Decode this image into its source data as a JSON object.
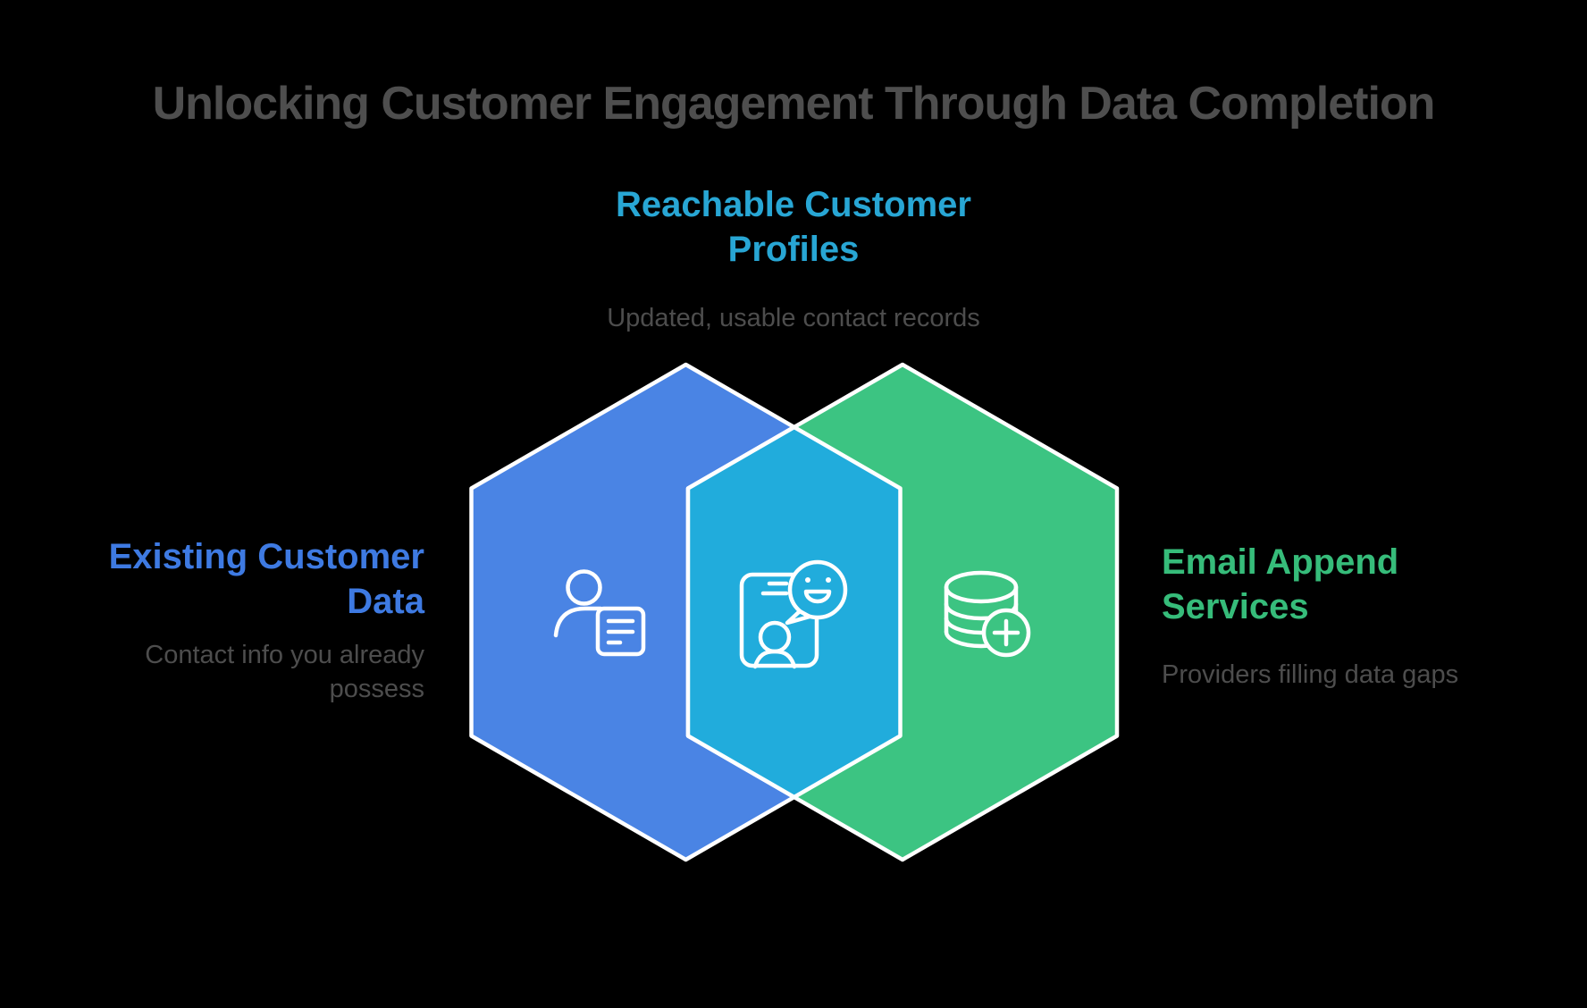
{
  "background_color": "#000000",
  "title": {
    "text": "Unlocking Customer Engagement Through Data Completion",
    "color": "#4e4e4e"
  },
  "venn": {
    "type": "venn-2-set-hexagons",
    "stroke_color": "#ffffff",
    "description_color": "#4d4d4d",
    "top_result": {
      "label": "Reachable Customer Profiles",
      "description": "Updated, usable contact records",
      "label_color": "#28a6d4"
    },
    "left_set": {
      "label": "Existing Customer Data",
      "description": "Contact info you already possess",
      "label_color": "#3e7ae2",
      "fill": "#4a84e4",
      "icon": "person-document-icon"
    },
    "right_set": {
      "label": "Email Append Services",
      "description": "Providers filling data gaps",
      "label_color": "#36bc7a",
      "fill": "#3cc482",
      "icon": "database-add-icon"
    },
    "overlap": {
      "fill": "#21acdc",
      "icon": "phone-chat-icon"
    }
  }
}
